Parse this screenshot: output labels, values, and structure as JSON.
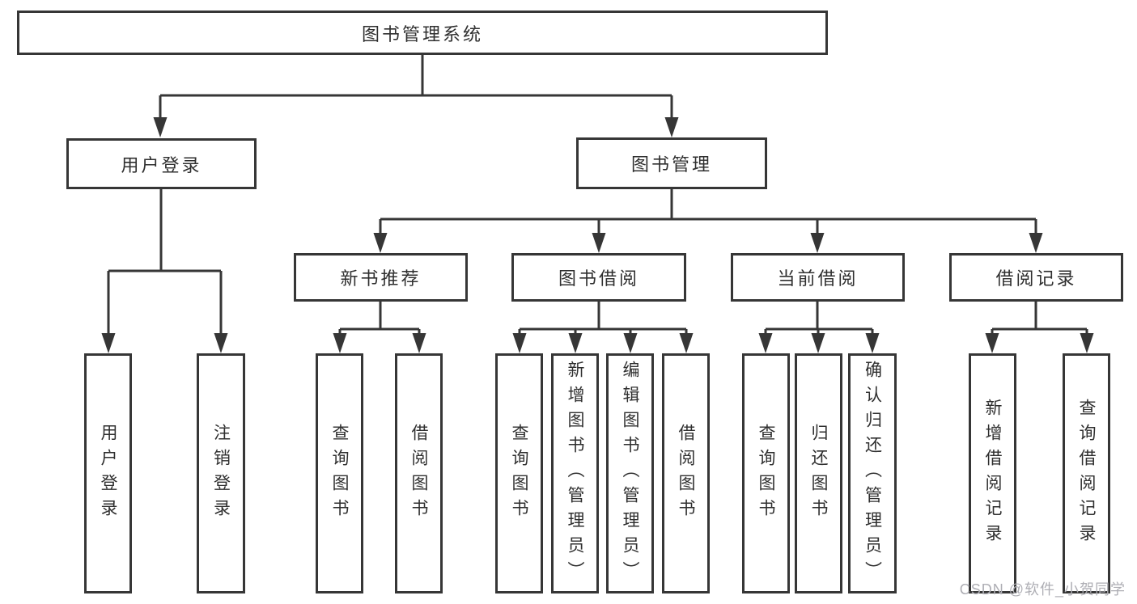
{
  "diagram": {
    "title_node": {
      "label": "图书管理系统"
    },
    "level2": [
      {
        "label": "用户登录"
      },
      {
        "label": "图书管理"
      }
    ],
    "level3": [
      {
        "label": "新书推荐"
      },
      {
        "label": "图书借阅"
      },
      {
        "label": "当前借阅"
      },
      {
        "label": "借阅记录"
      }
    ],
    "leaves": [
      {
        "label": "用户登录"
      },
      {
        "label": "注销登录"
      },
      {
        "label": "查询图书"
      },
      {
        "label": "借阅图书"
      },
      {
        "label": "查询图书"
      },
      {
        "label": "新增图书（管理员）"
      },
      {
        "label": "编辑图书（管理员）"
      },
      {
        "label": "借阅图书"
      },
      {
        "label": "查询图书"
      },
      {
        "label": "归还图书"
      },
      {
        "label": "确认归还（管理员）"
      },
      {
        "label": "新增借阅记录"
      },
      {
        "label": "查询借阅记录"
      }
    ],
    "watermark": "CSDN @软件_小贺同学",
    "colors": {
      "line": "#363636",
      "text": "#2f2f2f",
      "background": "#ffffff",
      "watermark": "#aeaeb4"
    }
  }
}
